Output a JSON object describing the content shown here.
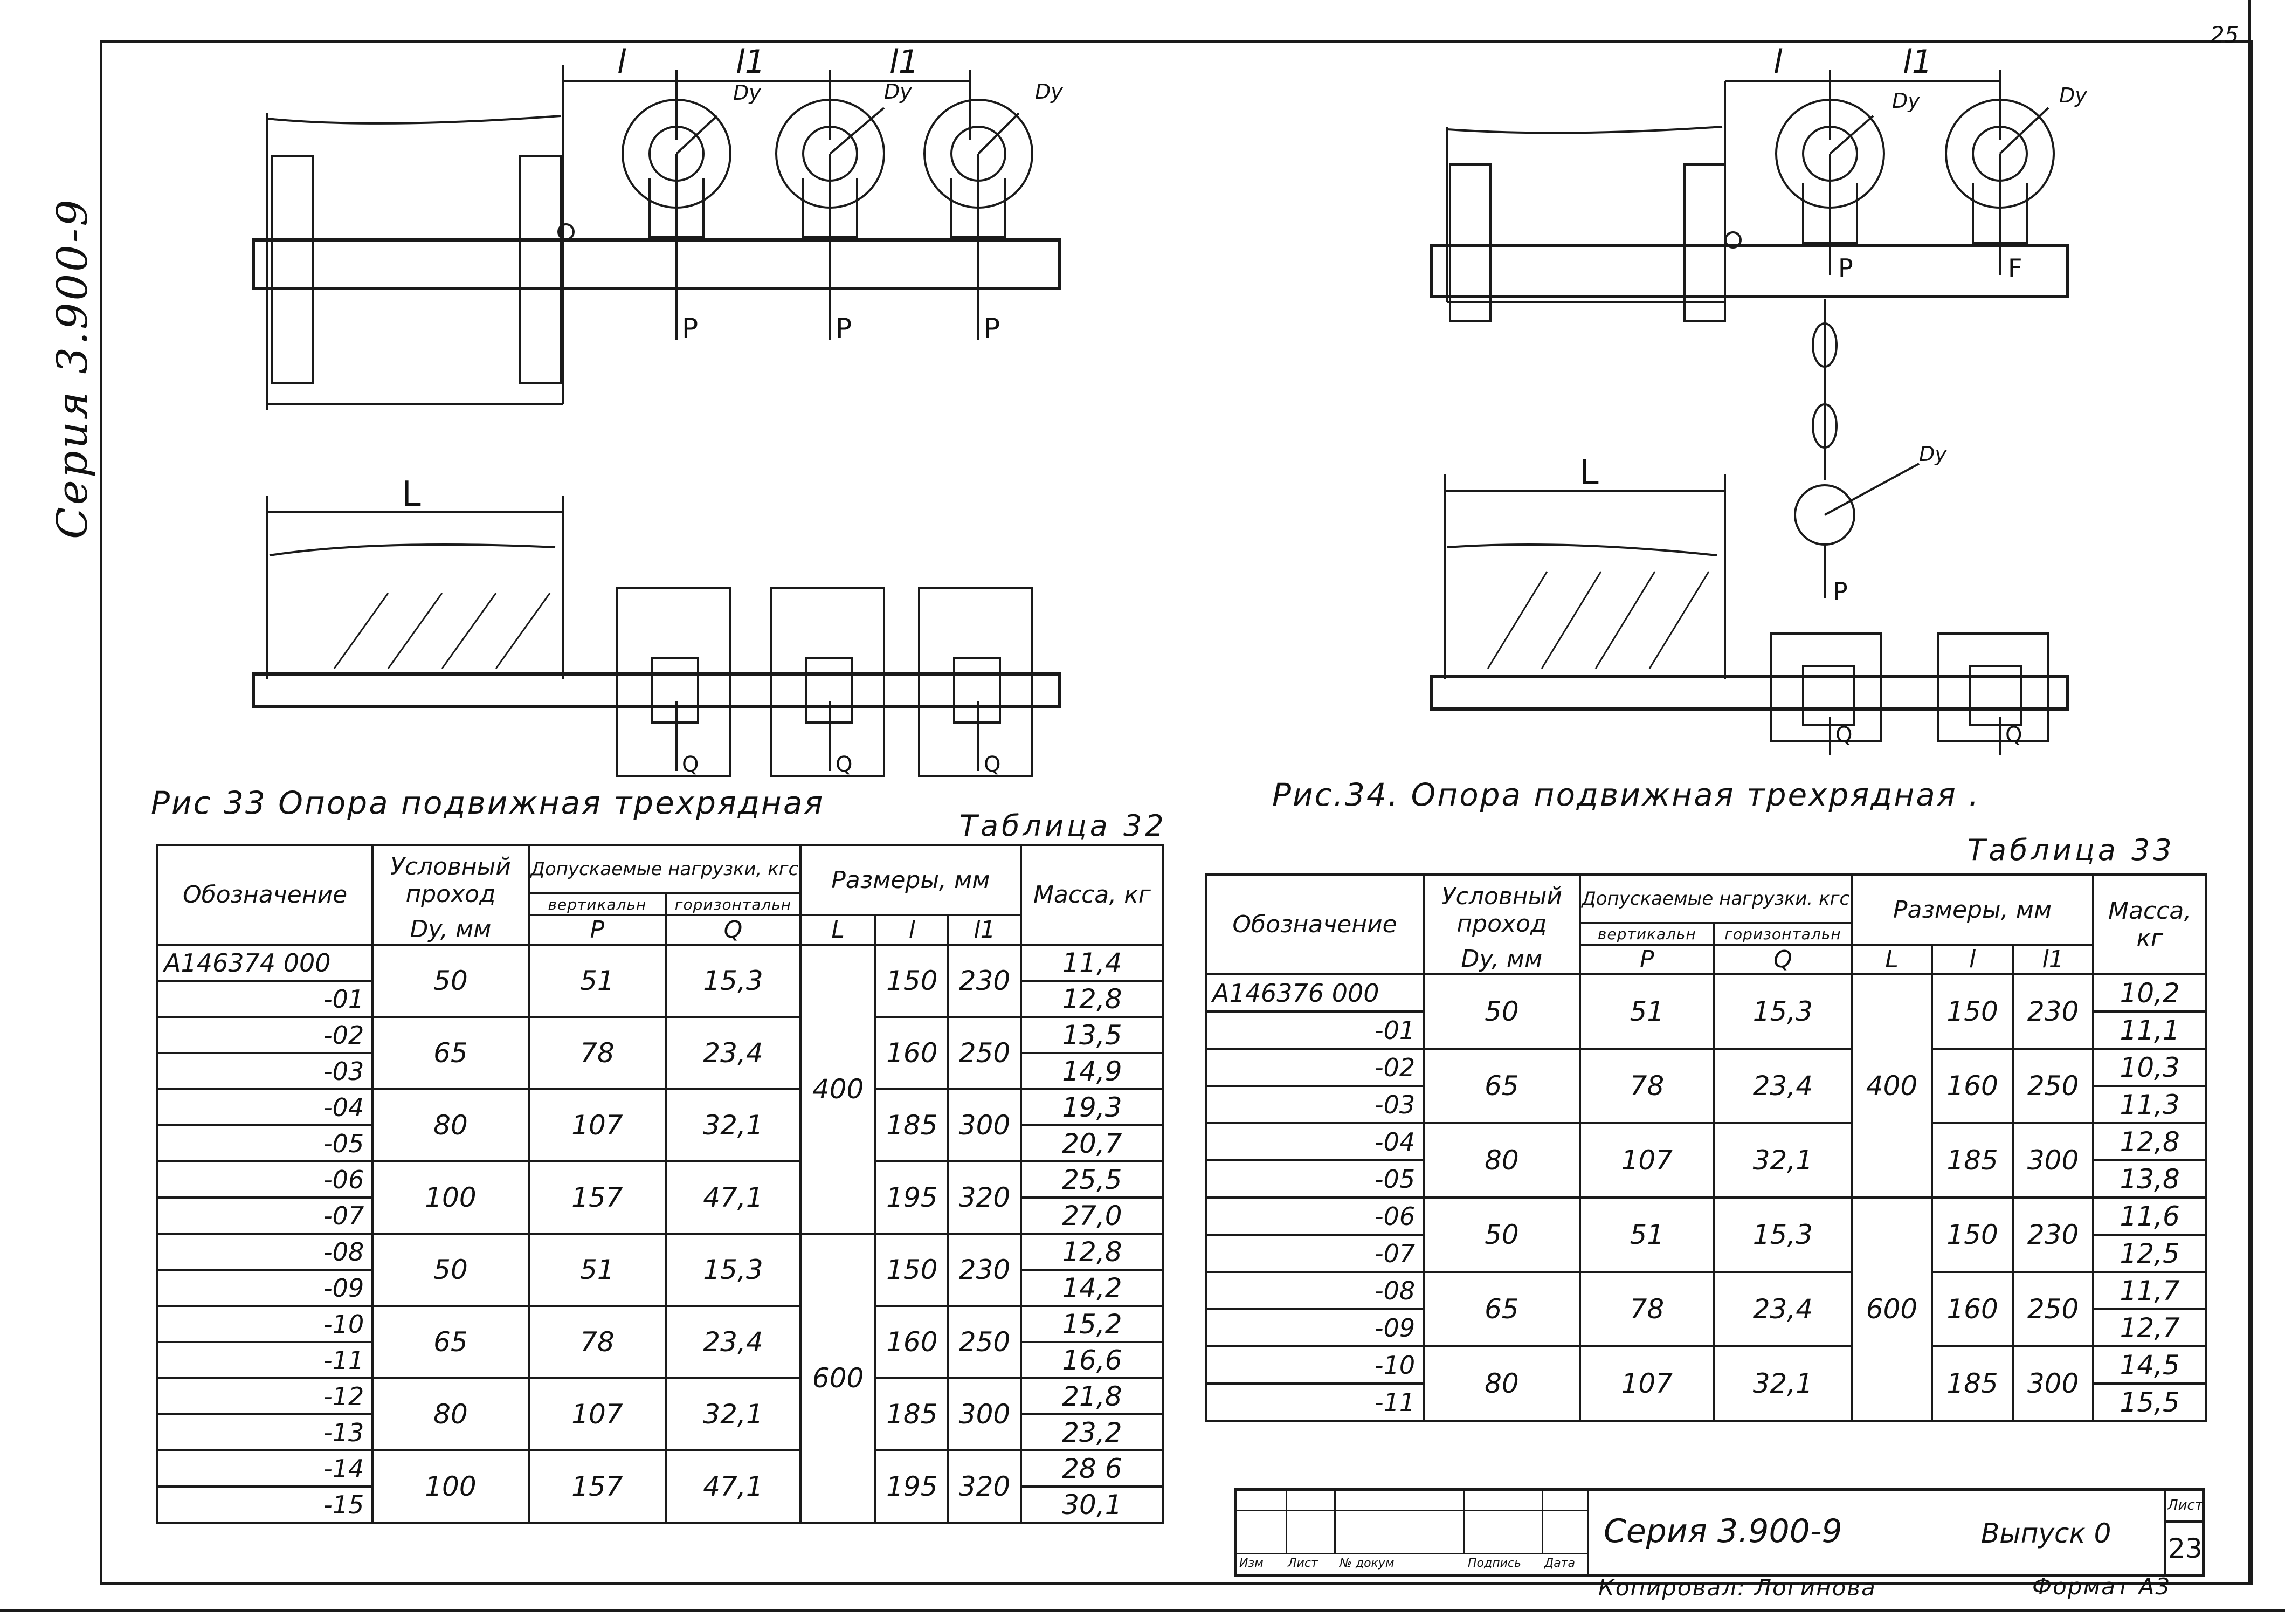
{
  "series_side": "Серия 3.900-9",
  "page_corner": "25",
  "fig33": {
    "caption": "Рис 33 Опора подвижная трехрядная",
    "labels": {
      "l": "l",
      "l1": "l1",
      "dy": "Dy",
      "p": "P",
      "q": "Q",
      "L": "L"
    }
  },
  "fig34": {
    "caption": "Рис.34. Опора подвижная трехрядная .",
    "labels": {
      "l": "l",
      "l1": "l1",
      "dy": "Dy",
      "p": "P",
      "f": "F",
      "q": "Q",
      "L": "L"
    }
  },
  "table32": {
    "caption": "Таблица 32",
    "headers": {
      "designation": "Обозначение",
      "bore": "Условный проход",
      "bore_unit": "Dy, мм",
      "loads": "Допускаемые нагрузки, кгс",
      "vert": "вертикальн",
      "horiz": "горизонтальн",
      "p": "P",
      "q": "Q",
      "sizes": "Размеры, мм",
      "L": "L",
      "l": "l",
      "l1": "l1",
      "mass": "Масса, кг"
    },
    "groups": [
      {
        "d1": "А146374 000",
        "d2": "-01",
        "dy": "50",
        "p": "51",
        "q": "15,3",
        "l": "150",
        "l1": "230",
        "m1": "11,4",
        "m2": "12,8"
      },
      {
        "d1": "-02",
        "d2": "-03",
        "dy": "65",
        "p": "78",
        "q": "23,4",
        "l": "160",
        "l1": "250",
        "m1": "13,5",
        "m2": "14,9"
      },
      {
        "d1": "-04",
        "d2": "-05",
        "dy": "80",
        "p": "107",
        "q": "32,1",
        "l": "185",
        "l1": "300",
        "m1": "19,3",
        "m2": "20,7"
      },
      {
        "d1": "-06",
        "d2": "-07",
        "dy": "100",
        "p": "157",
        "q": "47,1",
        "l": "195",
        "l1": "320",
        "m1": "25,5",
        "m2": "27,0"
      },
      {
        "d1": "-08",
        "d2": "-09",
        "dy": "50",
        "p": "51",
        "q": "15,3",
        "l": "150",
        "l1": "230",
        "m1": "12,8",
        "m2": "14,2"
      },
      {
        "d1": "-10",
        "d2": "-11",
        "dy": "65",
        "p": "78",
        "q": "23,4",
        "l": "160",
        "l1": "250",
        "m1": "15,2",
        "m2": "16,6"
      },
      {
        "d1": "-12",
        "d2": "-13",
        "dy": "80",
        "p": "107",
        "q": "32,1",
        "l": "185",
        "l1": "300",
        "m1": "21,8",
        "m2": "23,2"
      },
      {
        "d1": "-14",
        "d2": "-15",
        "dy": "100",
        "p": "157",
        "q": "47,1",
        "l": "195",
        "l1": "320",
        "m1": "28 6",
        "m2": "30,1"
      }
    ],
    "L_values": [
      "400",
      "600"
    ]
  },
  "table33": {
    "caption": "Таблица 33",
    "headers": {
      "designation": "Обозначение",
      "bore": "Условный проход",
      "bore_unit": "Dy, мм",
      "loads": "Допускаемые нагрузки. кгс",
      "vert": "вертикальн",
      "horiz": "горизонтальн",
      "p": "P",
      "q": "Q",
      "sizes": "Размеры, мм",
      "L": "L",
      "l": "l",
      "l1": "l1",
      "mass": "Масса, кг"
    },
    "groups": [
      {
        "d1": "А146376 000",
        "d2": "-01",
        "dy": "50",
        "p": "51",
        "q": "15,3",
        "l": "150",
        "l1": "230",
        "m1": "10,2",
        "m2": "11,1"
      },
      {
        "d1": "-02",
        "d2": "-03",
        "dy": "65",
        "p": "78",
        "q": "23,4",
        "l": "160",
        "l1": "250",
        "m1": "10,3",
        "m2": "11,3"
      },
      {
        "d1": "-04",
        "d2": "-05",
        "dy": "80",
        "p": "107",
        "q": "32,1",
        "l": "185",
        "l1": "300",
        "m1": "12,8",
        "m2": "13,8"
      },
      {
        "d1": "-06",
        "d2": "-07",
        "dy": "50",
        "p": "51",
        "q": "15,3",
        "l": "150",
        "l1": "230",
        "m1": "11,6",
        "m2": "12,5"
      },
      {
        "d1": "-08",
        "d2": "-09",
        "dy": "65",
        "p": "78",
        "q": "23,4",
        "l": "160",
        "l1": "250",
        "m1": "11,7",
        "m2": "12,7"
      },
      {
        "d1": "-10",
        "d2": "-11",
        "dy": "80",
        "p": "107",
        "q": "32,1",
        "l": "185",
        "l1": "300",
        "m1": "14,5",
        "m2": "15,5"
      }
    ],
    "L_values": [
      "400",
      "600"
    ]
  },
  "stamp": {
    "title": "Серия 3.900-9",
    "issue": "Выпуск 0",
    "sheet_label": "Лист",
    "sheet_no": "23",
    "cols": [
      "Изм",
      "Лист",
      "№ докум",
      "Подпись",
      "Дата"
    ]
  },
  "footer": {
    "copied": "Копировал: Логинова",
    "format": "Формат А3"
  }
}
